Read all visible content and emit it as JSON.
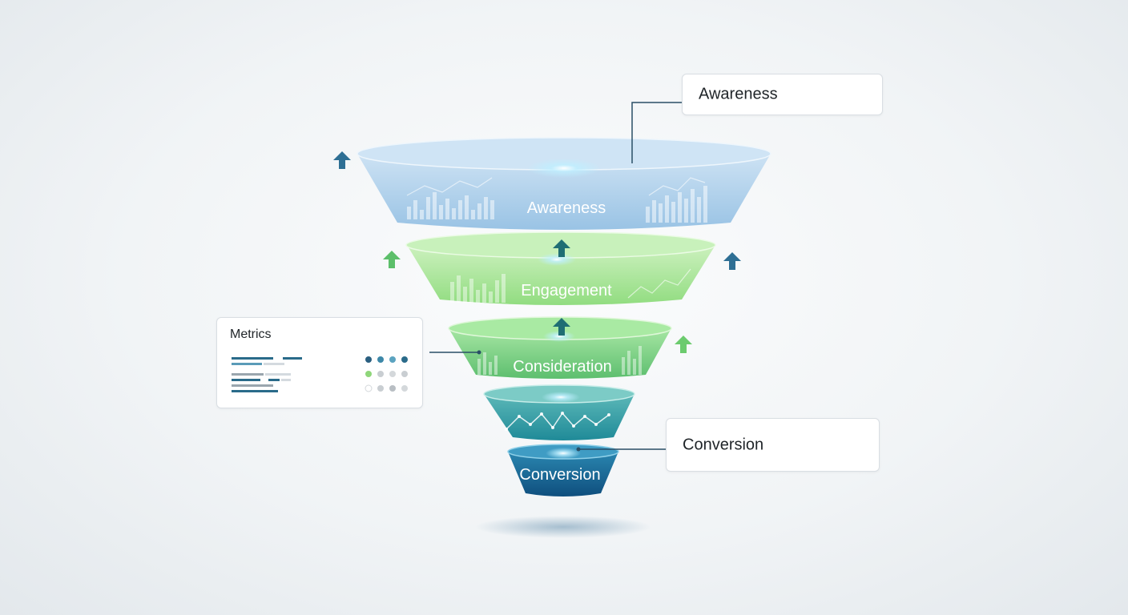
{
  "funnel": {
    "stages": [
      {
        "label": "Awareness",
        "color_top": "#c9e0f3",
        "color_bottom": "#8fbde2"
      },
      {
        "label": "Engagement",
        "color_top": "#c8f0b8",
        "color_bottom": "#86d973"
      },
      {
        "label": "Consideration",
        "color_top": "#9ee49a",
        "color_bottom": "#4cb85f"
      },
      {
        "label": "",
        "color_top": "#5cb8b8",
        "color_bottom": "#1f8a98"
      },
      {
        "label": "Conversion",
        "color_top": "#2a86b0",
        "color_bottom": "#0f4f7e"
      }
    ]
  },
  "callouts": {
    "awareness": "Awareness",
    "conversion": "Conversion"
  },
  "metrics_card": {
    "title": "Metrics"
  },
  "colors": {
    "arrow_blue": "#2e6f94",
    "arrow_green": "#5cbf6a",
    "arrow_teal": "#1f7a7a",
    "accent_dark": "#2a6b8a"
  },
  "icons": [
    "up-arrow-icon",
    "bar-chart-icon",
    "line-chart-icon"
  ]
}
